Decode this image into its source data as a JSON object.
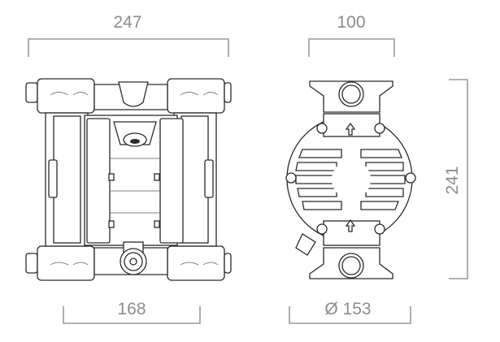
{
  "dimensions": {
    "overall_width": "247",
    "side_width": "100",
    "base_width": "168",
    "diameter": "Ø 153",
    "height": "241"
  },
  "colors": {
    "dimension": "#8c8c8c",
    "drawing": "#2a2a2a"
  }
}
